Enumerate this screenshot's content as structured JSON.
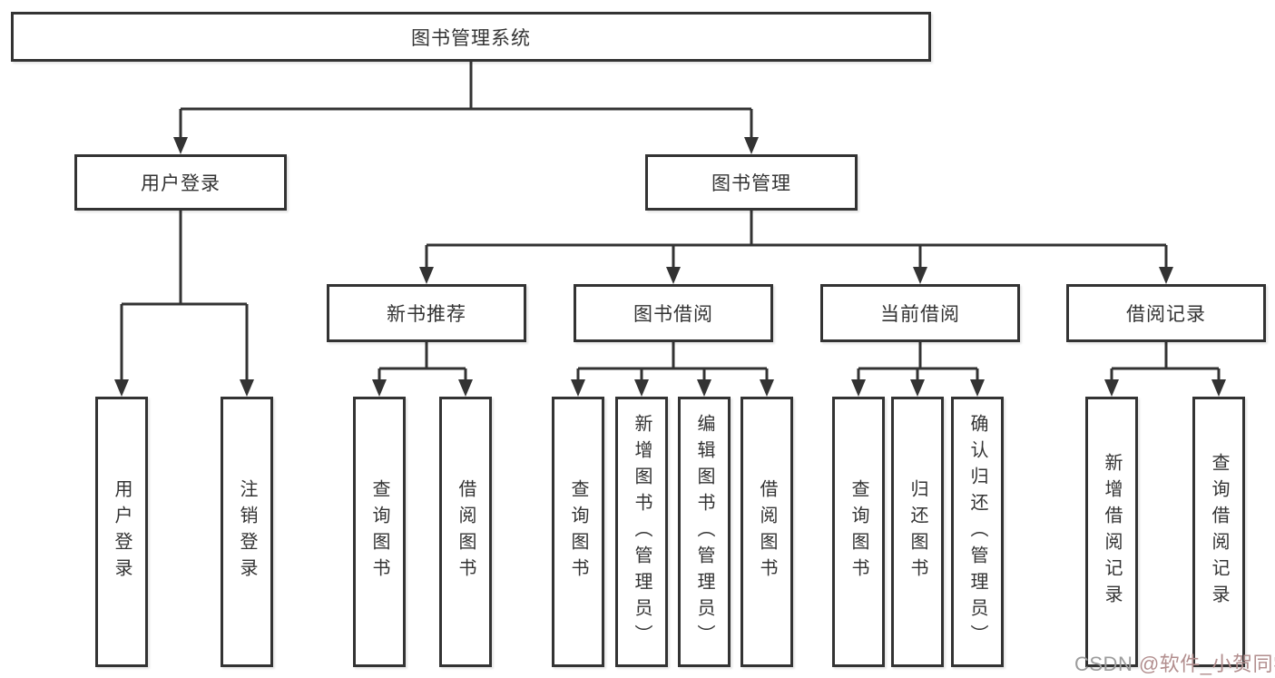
{
  "diagram": {
    "title": "图书管理系统",
    "type": "hierarchy-tree"
  },
  "nodes": [
    {
      "id": "root",
      "label": "图书管理系统",
      "parent": null,
      "level": 1
    },
    {
      "id": "user-login-module",
      "label": "用户登录",
      "parent": "root",
      "level": 2
    },
    {
      "id": "book-mgmt-module",
      "label": "图书管理",
      "parent": "root",
      "level": 2
    },
    {
      "id": "user-login-action",
      "label": "用户登录",
      "parent": "user-login-module",
      "level": 3
    },
    {
      "id": "logout-action",
      "label": "注销登录",
      "parent": "user-login-module",
      "level": 3
    },
    {
      "id": "new-books",
      "label": "新书推荐",
      "parent": "book-mgmt-module",
      "level": 3
    },
    {
      "id": "book-borrow",
      "label": "图书借阅",
      "parent": "book-mgmt-module",
      "level": 3
    },
    {
      "id": "current-borrow",
      "label": "当前借阅",
      "parent": "book-mgmt-module",
      "level": 3
    },
    {
      "id": "borrow-records",
      "label": "借阅记录",
      "parent": "book-mgmt-module",
      "level": 3
    },
    {
      "id": "nb-query-books",
      "label": "查询图书",
      "parent": "new-books",
      "level": 4
    },
    {
      "id": "nb-borrow-books",
      "label": "借阅图书",
      "parent": "new-books",
      "level": 4
    },
    {
      "id": "bb-query-books",
      "label": "查询图书",
      "parent": "book-borrow",
      "level": 4
    },
    {
      "id": "bb-add-books",
      "label": "新增图书（管理员）",
      "parent": "book-borrow",
      "level": 4
    },
    {
      "id": "bb-edit-books",
      "label": "编辑图书（管理员）",
      "parent": "book-borrow",
      "level": 4
    },
    {
      "id": "bb-borrow-books",
      "label": "借阅图书",
      "parent": "book-borrow",
      "level": 4
    },
    {
      "id": "cb-query-books",
      "label": "查询图书",
      "parent": "current-borrow",
      "level": 4
    },
    {
      "id": "cb-return-books",
      "label": "归还图书",
      "parent": "current-borrow",
      "level": 4
    },
    {
      "id": "cb-confirm-return",
      "label": "确认归还（管理员）",
      "parent": "current-borrow",
      "level": 4
    },
    {
      "id": "br-add-record",
      "label": "新增借阅记录",
      "parent": "borrow-records",
      "level": 4
    },
    {
      "id": "br-query-record",
      "label": "查询借阅记录",
      "parent": "borrow-records",
      "level": 4
    }
  ],
  "watermark": {
    "prefix": "CSDN ",
    "handle": "@软件_小贺同学"
  },
  "colors": {
    "line": "#333333",
    "box_border": "#333333",
    "text": "#333333",
    "background": "#ffffff",
    "watermark_gray": "#9c9c9c",
    "watermark_accent": "#b28e8e"
  }
}
